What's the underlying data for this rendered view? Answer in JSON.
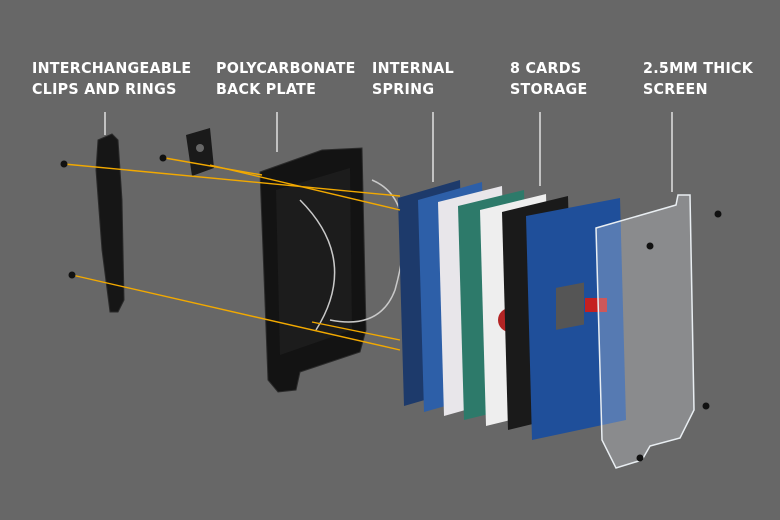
{
  "labels": {
    "clips": {
      "line1": "INTERCHANGEABLE",
      "line2": "CLIPS AND RINGS"
    },
    "backplate": {
      "line1": "POLYCARBONATE",
      "line2": "BACK PLATE"
    },
    "spring": {
      "line1": "INTERNAL",
      "line2": "SPRING"
    },
    "cards": {
      "line1": "8 CARDS",
      "line2": "STORAGE"
    },
    "screen": {
      "line1": "2.5MM THICK",
      "line2": "SCREEN"
    }
  },
  "colors": {
    "background": "#676767",
    "guide": "#f2a900",
    "leader": "#ffffff"
  }
}
